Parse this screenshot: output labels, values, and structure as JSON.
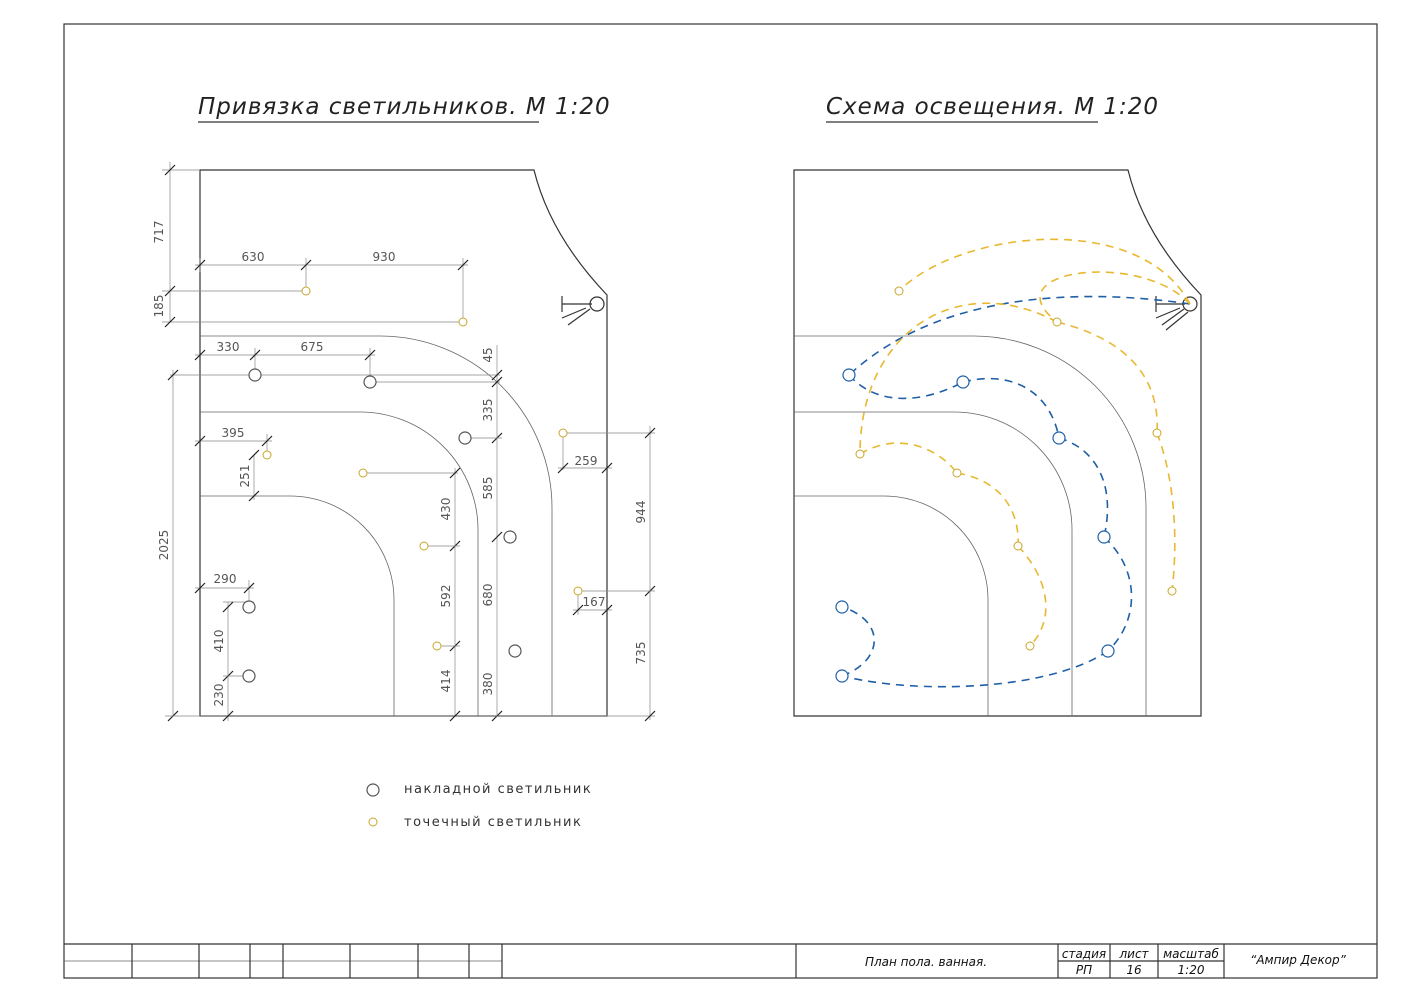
{
  "titles": {
    "left": "Привязка светильников. М 1:20",
    "right": "Схема освещения. М 1:20"
  },
  "dimensions": {
    "d717": "717",
    "d185": "185",
    "d630": "630",
    "d930": "930",
    "d330": "330",
    "d675": "675",
    "d45": "45",
    "d335": "335",
    "d395": "395",
    "d251": "251",
    "d259": "259",
    "d944": "944",
    "d2025": "2025",
    "d430": "430",
    "d585": "585",
    "d290": "290",
    "d592": "592",
    "d680": "680",
    "d167": "167",
    "d410": "410",
    "d735": "735",
    "d230": "230",
    "d414": "414",
    "d380": "380"
  },
  "legend": {
    "overhead": "накладной светильник",
    "spot": "точечный светильник"
  },
  "colors": {
    "overhead_wire": "#1e5fa8",
    "spot_wire": "#e8b830",
    "spot_lamp": "#c9a52a"
  },
  "stamp": {
    "title": "План пола. ванная.",
    "stage_label": "стадия",
    "sheet_label": "лист",
    "scale_label": "масштаб",
    "stage": "РП",
    "sheet": "16",
    "scale": "1:20",
    "company": "“Ампир Декор”"
  }
}
